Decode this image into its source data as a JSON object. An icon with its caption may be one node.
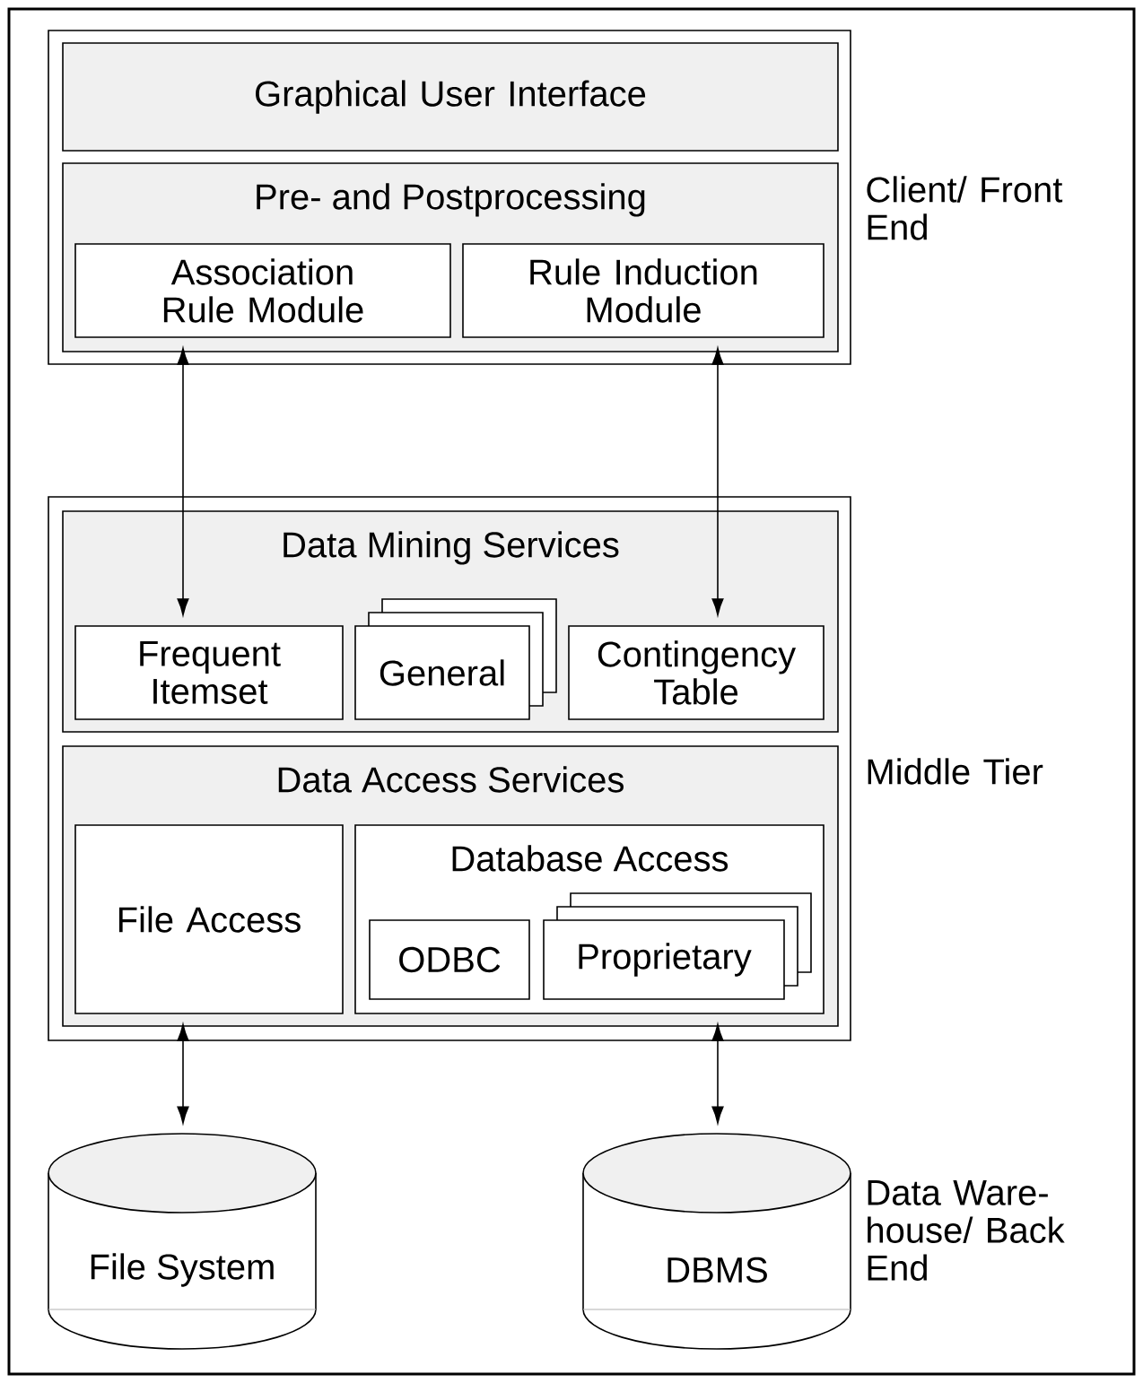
{
  "diagram": {
    "nodes": [
      {
        "text": [],
        "shape": "box"
      },
      {
        "text": [
          "Graphical User Interface"
        ],
        "in": 0
      },
      {
        "text": [
          "Pre- and Postprocessing"
        ],
        "in": 0
      },
      {
        "text": [
          "Association Rule Module"
        ],
        "in": 2
      },
      {
        "text": [
          "Rule Induction Module"
        ],
        "in": 2
      },
      {
        "text": [],
        "shape": "box"
      },
      {
        "text": [
          "Data Mining Services"
        ],
        "in": 5
      },
      {
        "text": [
          "Frequent Itemset"
        ],
        "in": 6
      },
      {
        "text": [
          "General"
        ],
        "in": 6
      },
      {
        "text": [
          "Contingency Table"
        ],
        "in": 6
      },
      {
        "text": [
          "Data Access Services"
        ],
        "in": 5
      },
      {
        "text": [
          "File Access"
        ],
        "in": 10
      },
      {
        "text": [
          "Database Access"
        ],
        "in": 10
      },
      {
        "text": [
          "ODBC"
        ],
        "in": 12
      },
      {
        "text": [
          "Proprietary"
        ],
        "in": 12
      },
      {
        "text": [
          "File System"
        ]
      },
      {
        "text": [
          "DBMS"
        ]
      }
    ],
    "edges": [
      {
        "from": 3,
        "to": 7,
        "arrow": "both"
      },
      {
        "from": 4,
        "to": 9,
        "arrow": "both"
      },
      {
        "from": 11,
        "to": 15,
        "arrow": "both"
      },
      {
        "from": 12,
        "to": 16,
        "arrow": "both"
      }
    ],
    "labels": [
      "Client/ Front End",
      "Middle Tier",
      "Data Ware- house/ Back End"
    ]
  }
}
